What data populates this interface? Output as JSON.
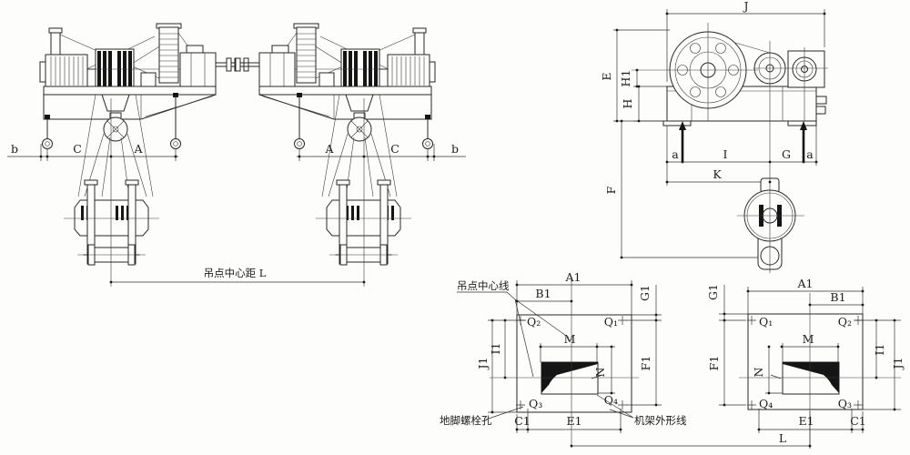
{
  "front_view": {
    "dim_b": "b",
    "dim_c": "C",
    "dim_a": "A",
    "hook_center_distance": "吊点中心距 L"
  },
  "side_view": {
    "dim_j": "J",
    "dim_e": "E",
    "dim_h1": "H1",
    "dim_h": "H",
    "dim_f": "F",
    "dim_a": "a",
    "dim_i": "I",
    "dim_g": "G",
    "dim_k": "K"
  },
  "plan_view": {
    "dim_a1": "A1",
    "dim_b1": "B1",
    "dim_g1": "G1",
    "dim_f1": "F1",
    "dim_i1": "I1",
    "dim_j1": "J1",
    "dim_m": "M",
    "dim_n": "N",
    "dim_c1": "C1",
    "dim_e1": "E1",
    "dim_l": "L",
    "bolt_q1": "Q₁",
    "bolt_q2": "Q₂",
    "bolt_q3": "Q₃",
    "bolt_q4": "Q₄",
    "note_hook_centerline": "吊点中心线",
    "note_anchor_bolt": "地脚螺栓孔",
    "note_frame_outline": "机架外形线"
  }
}
